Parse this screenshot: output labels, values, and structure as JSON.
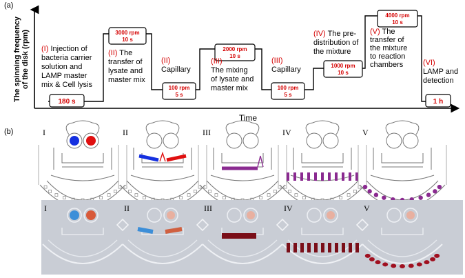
{
  "panel_a": {
    "label": "(a)",
    "ylabel_line1": "The spinning frequency",
    "ylabel_line2": "of the disk (rpm)",
    "xlabel": "Time",
    "boxes": [
      {
        "line1": "180 s",
        "line2": ""
      },
      {
        "line1": "3000 rpm",
        "line2": "10 s"
      },
      {
        "line1": "100 rpm",
        "line2": "5 s"
      },
      {
        "line1": "2000 rpm",
        "line2": "10 s"
      },
      {
        "line1": "100 rpm",
        "line2": "5 s"
      },
      {
        "line1": "1000 rpm",
        "line2": "10 s"
      },
      {
        "line1": "4000 rpm",
        "line2": "10 s"
      },
      {
        "line1": "1 h",
        "line2": ""
      }
    ],
    "stages": [
      {
        "roman": "(I)",
        "lines": [
          " Injection of",
          "bacteria carrier",
          "solution and",
          "LAMP master",
          "mix & Cell lysis"
        ]
      },
      {
        "roman": "(II)",
        "lines": [
          " The",
          "transfer of",
          "lysate and",
          "master mix"
        ]
      },
      {
        "roman": "(II)",
        "lines": [
          "",
          "Capillary"
        ]
      },
      {
        "roman": "(III)",
        "lines": [
          "",
          "The mixing",
          "of lysate and",
          "master mix"
        ]
      },
      {
        "roman": "(III)",
        "lines": [
          "",
          "Capillary"
        ]
      },
      {
        "roman": "(IV)",
        "lines": [
          " The pre-",
          "distribution of",
          "the mixture"
        ]
      },
      {
        "roman": "(V)",
        "lines": [
          " The",
          "transfer of",
          "the mixture",
          "to  reaction",
          "chambers"
        ]
      },
      {
        "roman": "(VI)",
        "lines": [
          "",
          "LAMP and",
          "detection"
        ]
      }
    ]
  },
  "panel_b": {
    "label": "(b)",
    "chips": [
      "I",
      "II",
      "III",
      "IV",
      "V"
    ]
  },
  "colors": {
    "accent_red": "#d40000",
    "blue_liquid": "#1530e0",
    "red_liquid": "#e01010",
    "purple_liquid": "#8a2a90",
    "photo_bg": "#c8ccd4",
    "photo_dark_red": "#7a0e18"
  }
}
